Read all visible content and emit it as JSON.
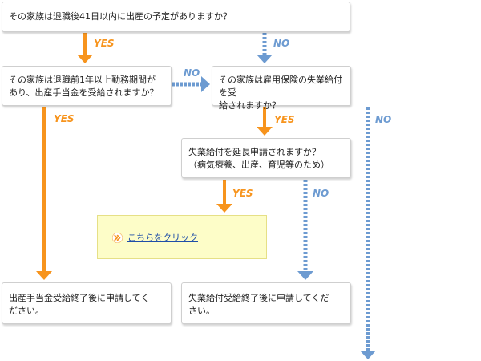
{
  "colors": {
    "yes_arrow": "#f7941d",
    "no_arrow": "#6d9bd1",
    "box_border": "#cfcfcf",
    "link_box_bg": "#fdfdc8",
    "link_text": "#1f4ea8"
  },
  "questions": {
    "q1": "その家族は退職後41日以内に出産の予定がありますか？",
    "q2_line1": "その家族は退職前1年以上勤務期間が",
    "q2_line2": "あり、出産手当金を受給されますか？",
    "q3_line1": "その家族は雇用保険の失業給付を受",
    "q3_line2": "給されますか？",
    "q4_line1": "失業給付を延長申請されますか？",
    "q4_line2": "（病気療養、出産、育児等のため）"
  },
  "results": {
    "r1_line1": "出産手当金受給終了後に申請してく",
    "r1_line2": "ださい。",
    "r2_line1": "失業給付受給終了後に申請してくだ",
    "r2_line2": "さい。"
  },
  "link": {
    "label": "こちらをクリック",
    "icon": "double-chevron-right-icon"
  },
  "labels": {
    "yes": "YES",
    "no": "NO"
  }
}
